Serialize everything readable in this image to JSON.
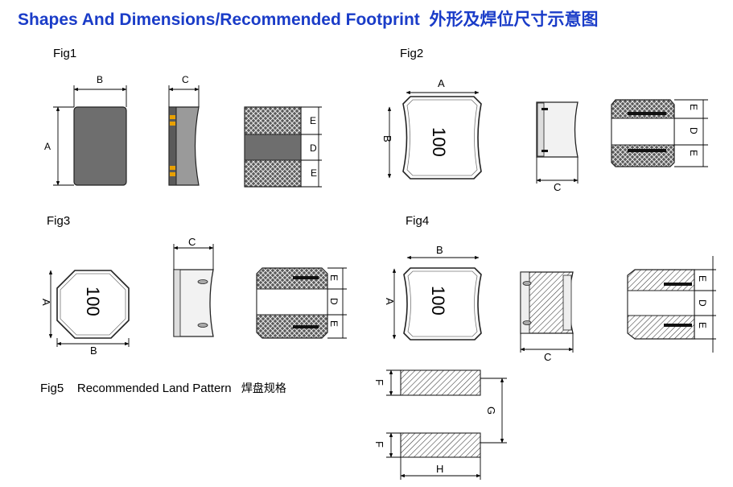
{
  "header": {
    "title_en": "Shapes And Dimensions/Recommended Footprint",
    "title_zh": "外形及焊位尺寸示意图"
  },
  "figures": {
    "fig1": "Fig1",
    "fig2": "Fig2",
    "fig3": "Fig3",
    "fig4": "Fig4",
    "fig5": "Fig5",
    "fig5_caption": "Recommended Land Pattern",
    "fig5_caption_zh": "焊盘规格"
  },
  "dims": {
    "A": "A",
    "B": "B",
    "C": "C",
    "D": "D",
    "E": "E",
    "F": "F",
    "G": "G",
    "H": "H"
  },
  "marking": "100",
  "colors": {
    "title": "#1a3cc8",
    "body_dark": "#6e6e6e",
    "band": "#9a9a9a",
    "pad_gold": "#e8a000"
  }
}
